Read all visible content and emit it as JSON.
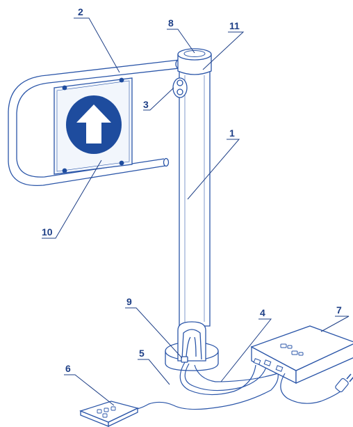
{
  "colors": {
    "line": "#2a55a8",
    "fill": "#ffffff",
    "panel": "#f2f6fc",
    "arrow_disc": "#1e4c9e",
    "label": "#1e3f86"
  },
  "icons": {
    "panel_arrow": "up-arrow-icon",
    "plug": "power-plug-icon"
  },
  "labels": {
    "l1": "1",
    "l2": "2",
    "l3": "3",
    "l4": "4",
    "l5": "5",
    "l6": "6",
    "l7": "7",
    "l8": "8",
    "l9": "9",
    "l10": "10",
    "l11": "11"
  }
}
